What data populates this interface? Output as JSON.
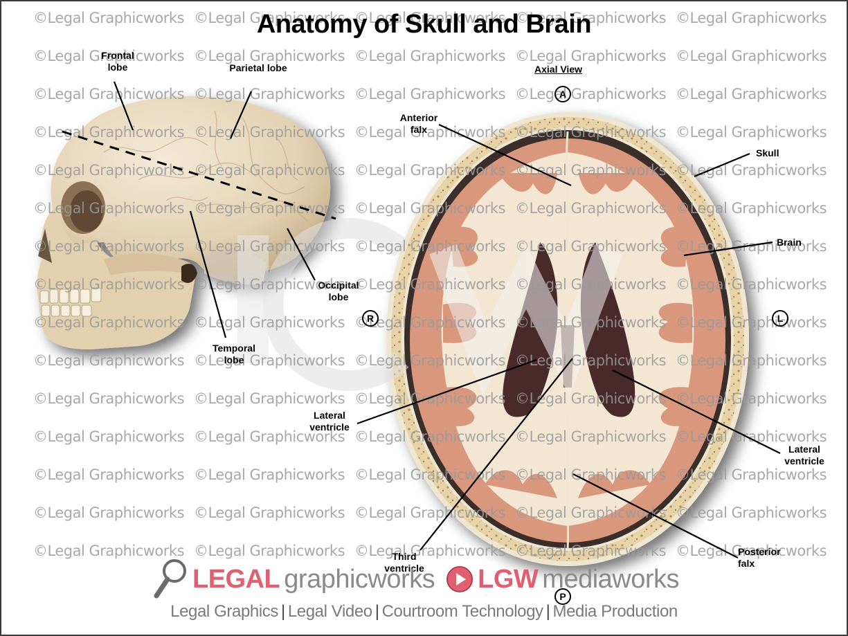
{
  "title": "Anatomy of Skull and Brain",
  "watermark_text": "©Legal Graphicworks",
  "watermark_grid": {
    "columns_x": [
      48,
      280,
      512,
      744,
      976
    ],
    "rows_y": [
      14,
      69,
      124,
      179,
      234,
      289,
      344,
      399,
      454,
      509,
      564,
      619,
      674,
      729,
      784
    ]
  },
  "lateral_view": {
    "labels": {
      "frontal_lobe": "Frontal lobe",
      "parietal_lobe": "Parietal lobe",
      "occipital_lobe": "Occipital lobe",
      "temporal_lobe": "Temporal lobe"
    }
  },
  "axial_view": {
    "heading": "Axial View",
    "orientation": {
      "anterior": "A",
      "posterior": "P",
      "right": "R",
      "left": "L"
    },
    "labels": {
      "anterior_falx": "Anterior falx",
      "skull": "Skull",
      "brain": "Brain",
      "lateral_ventricle_left": "Lateral ventricle",
      "lateral_ventricle_right": "Lateral ventricle",
      "third_ventricle": "Third ventricle",
      "posterior_falx": "Posterior falx"
    }
  },
  "colors": {
    "brand_red": "#e06070",
    "brand_gray": "#8a8a8a",
    "bone": "#e9dcc3",
    "cortex": "#d9987e",
    "white_matter": "#f3e6d2",
    "ventricle": "#4a2a2a"
  },
  "footer": {
    "brand1_bold": "LEGAL",
    "brand1_rest": "graphicworks",
    "brand2_bold": "LGW",
    "brand2_rest": "mediaworks",
    "tagline": [
      "Legal Graphics",
      "Legal Video",
      "Courtroom Technology",
      "Media Production"
    ],
    "separator": "|"
  }
}
